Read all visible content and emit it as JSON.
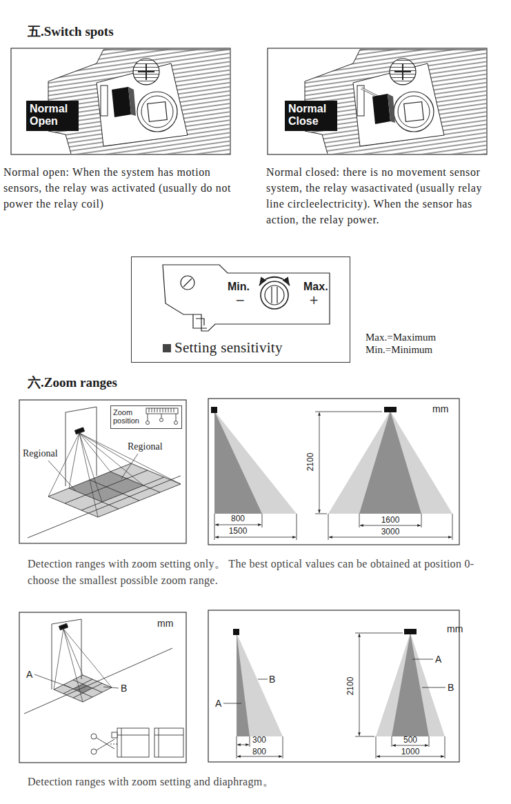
{
  "diagram": {
    "title": "五.Switch spots",
    "nodes": [
      {
        "text": [
          "Normal Open"
        ]
      },
      {
        "text": [
          "Normal Close"
        ]
      },
      {
        "text": [
          "Setting sensitivity"
        ]
      },
      {
        "text": [
          "Zoom position"
        ]
      }
    ],
    "labels": [
      "Normal open: When the system has motion sensors, the relay was activated (usually do not power the relay coil)",
      "Normal closed: there is no movement sensor system, the relay wasactivated (usually relay line circleelectricity). When the sensor has action, the relay power.",
      "Min.",
      "−",
      "Max.",
      "+",
      "Max.=Maximum",
      "Min.=Minimum",
      "六.Zoom ranges",
      "Regional",
      "Regional",
      "mm",
      "2100",
      "800",
      "1500",
      "1600",
      "3000",
      "mm",
      "A",
      "B",
      "A",
      "B",
      "300",
      "800",
      "mm",
      "2100",
      "A",
      "B",
      "500",
      "1000",
      "Detection ranges with zoom setting only。 The best optical values can be obtained at position 0-choose the smallest possible zoom range.",
      "Detection ranges with zoom setting and diaphragm。"
    ]
  }
}
